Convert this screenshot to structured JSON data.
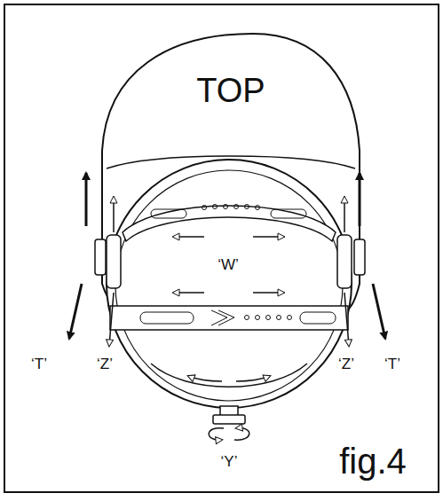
{
  "diagram": {
    "labels": [
      "TOP",
      "‘W’",
      "‘T’",
      "‘Z’",
      "‘Z’",
      "‘T’",
      "‘Y’",
      "fig.4"
    ]
  }
}
